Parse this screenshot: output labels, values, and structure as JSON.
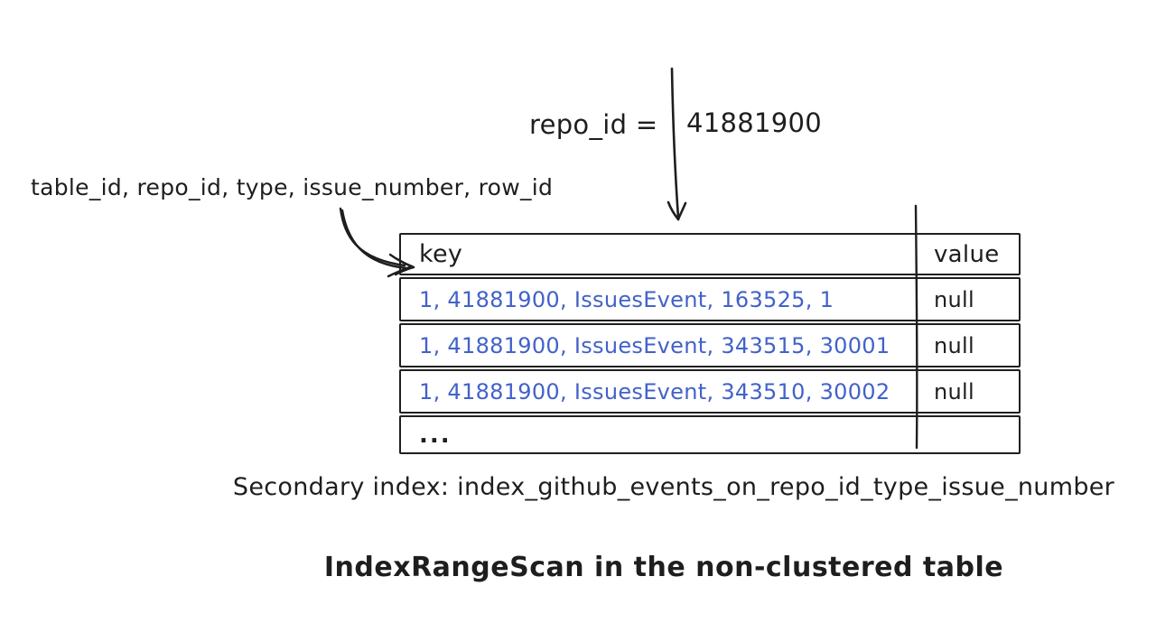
{
  "colors": {
    "ink": "#1e1e1e",
    "key_text_blue": "#4262c9",
    "background": "#ffffff"
  },
  "annotations": {
    "filter_label": "repo_id =",
    "filter_value": "41881900",
    "index_columns_label": "table_id, repo_id, type, issue_number, row_id"
  },
  "table": {
    "headers": {
      "key": "key",
      "value": "value"
    },
    "rows": [
      {
        "key": "1, 41881900, IssuesEvent, 163525, 1",
        "value": "null"
      },
      {
        "key": "1, 41881900, IssuesEvent, 343515, 30001",
        "value": "null"
      },
      {
        "key": "1, 41881900, IssuesEvent, 343510, 30002",
        "value": "null"
      },
      {
        "key": "...",
        "value": ""
      }
    ]
  },
  "captions": {
    "secondary_index": "Secondary index: index_github_events_on_repo_id_type_issue_number",
    "title": "IndexRangeScan in the non-clustered table"
  },
  "icons": {
    "down_arrow": "arrow pointing down from filter annotation into key column",
    "curved_arrow": "curved arrow from index columns label to key header"
  }
}
